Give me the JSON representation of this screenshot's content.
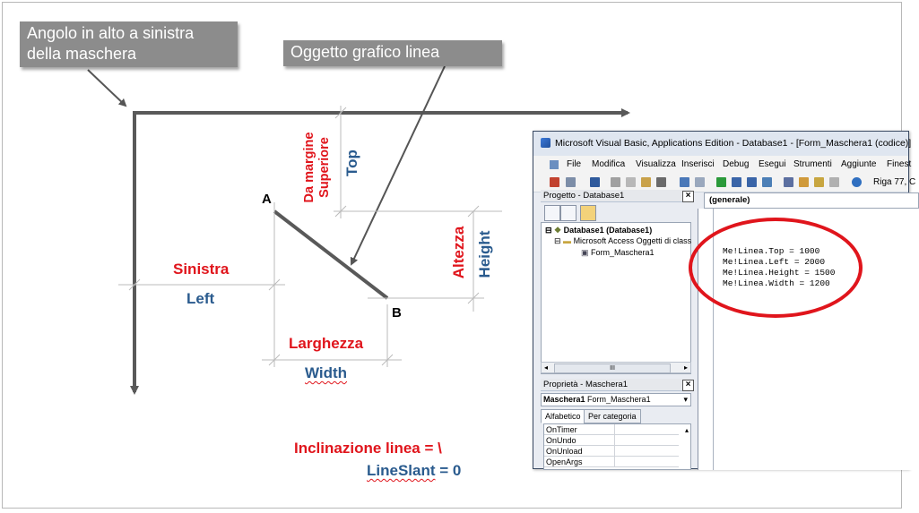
{
  "callouts": {
    "corner": "Angolo in alto a sinistra della maschera",
    "line_object": "Oggetto grafico linea"
  },
  "points": {
    "a": "A",
    "b": "B"
  },
  "dimensions": {
    "top_it": "Da margine Superiore",
    "top_en": "Top",
    "left_it": "Sinistra",
    "left_en": "Left",
    "height_it": "Altezza",
    "height_en": "Height",
    "width_it": "Larghezza",
    "width_en": "Width"
  },
  "slant": {
    "it": "Inclinazione linea = \\",
    "en_prop": "LineSlant",
    "en_rest": " = 0"
  },
  "colors": {
    "red": "#e0151c",
    "blue": "#2a5b8e",
    "callout_bg": "#8c8c8c"
  },
  "vba": {
    "title": "Microsoft Visual Basic, Applications Edition - Database1 - [Form_Maschera1 (codice)]",
    "menu": [
      "File",
      "Modifica",
      "Visualizza",
      "Inserisci",
      "Debug",
      "Esegui",
      "Strumenti",
      "Aggiunte",
      "Finest"
    ],
    "position": "Riga 77, C",
    "project_pane": {
      "title": "Progetto - Database1",
      "tree": [
        "Database1 (Database1)",
        "Microsoft Access Oggetti di class",
        "Form_Maschera1"
      ],
      "scroll_label": "III"
    },
    "properties_pane": {
      "title": "Proprietà - Maschera1",
      "object_name": "Maschera1",
      "object_type": "Form_Maschera1",
      "tabs": [
        "Alfabetico",
        "Per categoria"
      ],
      "rows": [
        "OnTimer",
        "OnUndo",
        "OnUnload",
        "OpenArgs"
      ]
    },
    "code": {
      "object_dropdown": "(generale)",
      "lines": [
        "Me!Linea.Top = 1000",
        "Me!Linea.Left = 2000",
        "Me!Linea.Height = 1500",
        "Me!Linea.Width = 1200"
      ]
    }
  }
}
